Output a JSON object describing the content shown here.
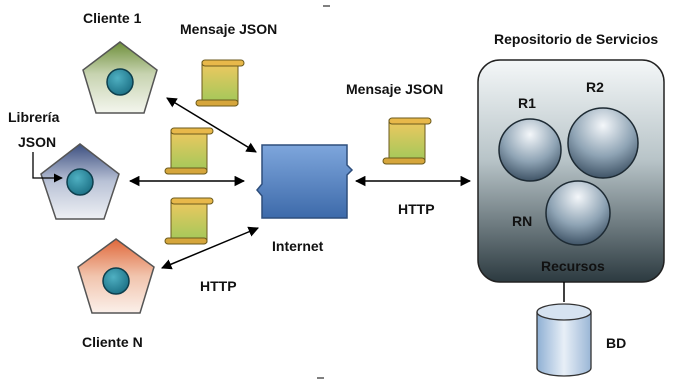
{
  "clients": {
    "client1": "Cliente 1",
    "clientN": "Cliente N",
    "library_line1": "Librería",
    "library_line2": "JSON"
  },
  "messages": {
    "left": "Mensaje JSON",
    "right": "Mensaje JSON"
  },
  "network": {
    "internet": "Internet",
    "http_right": "HTTP",
    "http_bottom": "HTTP"
  },
  "repository": {
    "title": "Repositorio de Servicios",
    "r1": "R1",
    "r2": "R2",
    "rn": "RN",
    "resources": "Recursos"
  },
  "database": {
    "label": "BD"
  },
  "colors": {
    "client_green": "#6e8f3a",
    "client_blue": "#4c5f8d",
    "client_orange": "#e0683a",
    "internet_blue": "#4a7bbf",
    "scroll_yellow": "#e0b33a",
    "repo_dark": "#2c3a40"
  }
}
